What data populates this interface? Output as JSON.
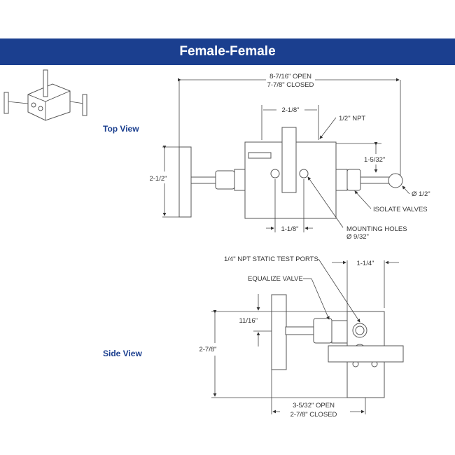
{
  "header": {
    "title": "Female-Female"
  },
  "views": {
    "top": "Top View",
    "side": "Side View"
  },
  "top_view": {
    "overall_open": "8-7/16\" OPEN",
    "overall_closed": "7-7/8\" CLOSED",
    "body_width": "2-1/8\"",
    "npt": "1/2\" NPT",
    "height": "2-1/2\"",
    "offset": "1-5/32\"",
    "ball": "Ø 1/2\"",
    "isolate": "ISOLATE VALVES",
    "hole_spacing": "1-1/8\"",
    "mounting": "MOUNTING HOLES",
    "mounting_dia": "Ø 9/32\""
  },
  "side_view": {
    "ports": "1/4\" NPT STATIC TEST PORTS",
    "body_depth": "1-1/4\"",
    "equalize": "EQUALIZE VALVE",
    "handle_offset": "11/16\"",
    "height": "2-7/8\"",
    "depth_open": "3-5/32\" OPEN",
    "depth_closed": "2-7/8\" CLOSED"
  }
}
